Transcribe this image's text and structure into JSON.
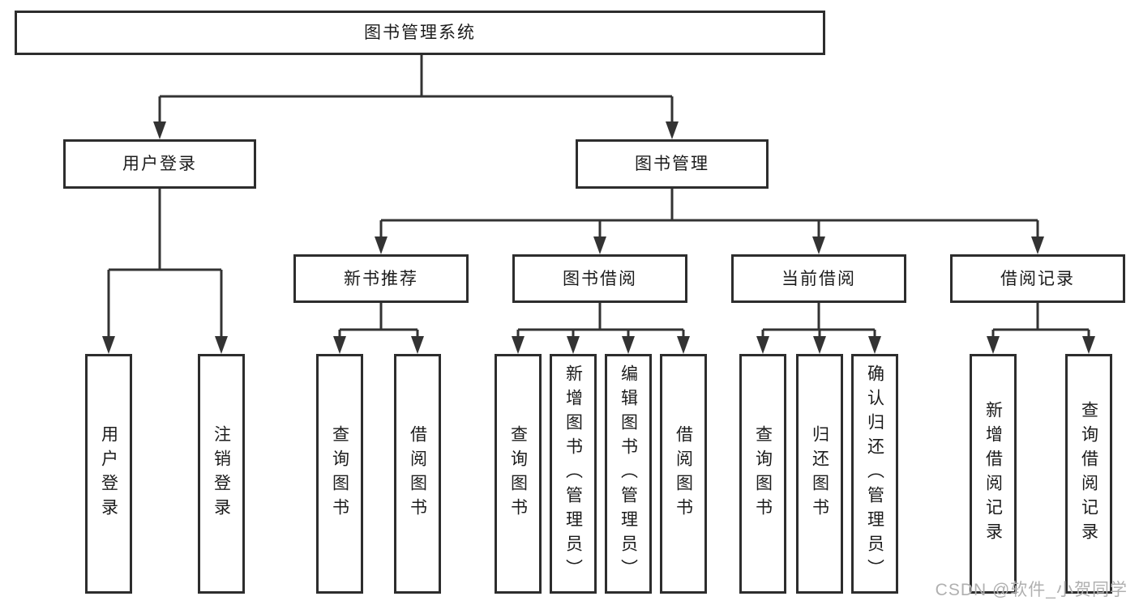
{
  "tree": {
    "root": {
      "label": "图书管理系统",
      "children": [
        {
          "label": "用户登录",
          "children": [
            {
              "label": "用户登录"
            },
            {
              "label": "注销登录"
            }
          ]
        },
        {
          "label": "图书管理",
          "children": [
            {
              "label": "新书推荐",
              "children": [
                {
                  "label": "查询图书"
                },
                {
                  "label": "借阅图书"
                }
              ]
            },
            {
              "label": "图书借阅",
              "children": [
                {
                  "label": "查询图书"
                },
                {
                  "label": "新增图书（管理员）"
                },
                {
                  "label": "编辑图书（管理员）"
                },
                {
                  "label": "借阅图书"
                }
              ]
            },
            {
              "label": "当前借阅",
              "children": [
                {
                  "label": "查询图书"
                },
                {
                  "label": "归还图书"
                },
                {
                  "label": "确认归还（管理员）"
                }
              ]
            },
            {
              "label": "借阅记录",
              "children": [
                {
                  "label": "新增借阅记录"
                },
                {
                  "label": "查询借阅记录"
                }
              ]
            }
          ]
        }
      ]
    }
  },
  "watermark": {
    "text": "CSDN @软件_小贺同学"
  },
  "colors": {
    "line": "#333333",
    "box_border": "#2d2d2d",
    "text": "#1c1c1c",
    "watermark_text": "#b0b0b0",
    "background": "#ffffff"
  }
}
